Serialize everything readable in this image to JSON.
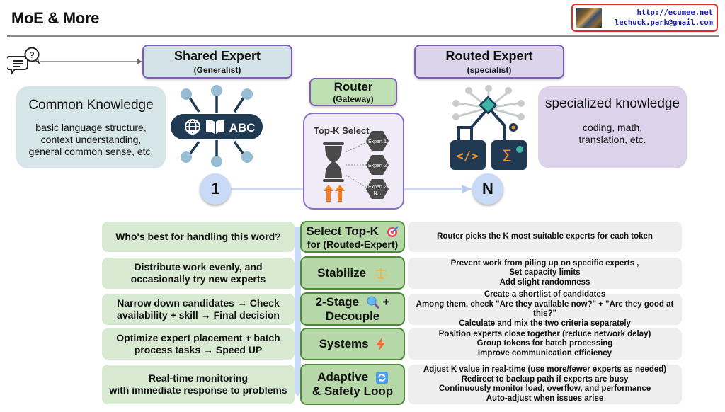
{
  "header": {
    "title": "MoE & More",
    "badge": {
      "url": "http://ecumee.net",
      "email": "lechuck.park@gmail.com"
    }
  },
  "diagram": {
    "input_icon": "question-chat-icon",
    "shared_expert": {
      "title": "Shared Expert",
      "subtitle": "(Generalist)",
      "count": "1"
    },
    "routed_expert": {
      "title": "Routed Expert",
      "subtitle": "(specialist)",
      "count": "N"
    },
    "router": {
      "title": "Router",
      "subtitle": "(Gateway)",
      "panel_title": "Top-K Select",
      "experts": [
        "Expert 1",
        "Expert 2",
        "Expert 2 N..."
      ]
    },
    "common_knowledge": {
      "heading": "Common Knowledge",
      "lines": [
        "basic language structure,",
        "context understanding,",
        "general common sense, etc."
      ]
    },
    "specialized_knowledge": {
      "heading": "specialized knowledge",
      "lines": [
        "coding, math,",
        "translation, etc."
      ]
    },
    "generalist_icon_label": "ABC"
  },
  "steps": [
    {
      "question_bold": "Who's best",
      "question_rest": " for handling this word?",
      "stage": "Select Top-K",
      "stage_sub": "for (Routed-Expert)",
      "icon": "target-icon",
      "details": [
        "Router picks the K most suitable experts for each token"
      ]
    },
    {
      "question_lines": [
        "Distribute work evenly, and",
        "occasionally try new experts"
      ],
      "stage": "Stabilize",
      "icon": "balance-scale-icon",
      "details": [
        "Prevent work from piling up on specific experts ,",
        "Set capacity limits",
        "Add slight randomness"
      ]
    },
    {
      "question_lines": [
        "Narrow down candidates → Check",
        "availability + skill → Final decision"
      ],
      "stage": "2-Stage",
      "stage_plus": "+",
      "stage_sub": "Decouple",
      "icon": "magnifier-icon",
      "details": [
        "Create a shortlist of candidates",
        "Among them, check \"Are they available now?\" + \"Are they good at this?\"",
        "Calculate and mix the two criteria separately"
      ]
    },
    {
      "question_lines": [
        "Optimize expert placement + batch",
        "process tasks → Speed UP"
      ],
      "stage": "Systems",
      "icon": "lightning-icon",
      "details": [
        "Position experts close together (reduce network delay)",
        "Group tokens for batch processing",
        "Improve communication efficiency"
      ]
    },
    {
      "question_lines": [
        "Real-time monitoring",
        "with immediate response to problems"
      ],
      "stage": "Adaptive",
      "stage_sub": "& Safety Loop",
      "icon": "refresh-icon",
      "details": [
        "Adjust K value in real-time (use more/fewer experts as needed)",
        "Redirect to backup path if experts are busy",
        "Continuously monitor load, overflow, and performance",
        "Auto-adjust when issues arise"
      ]
    }
  ],
  "colors": {
    "shared": "#d3e2e6",
    "routed": "#dcd4ea",
    "router": "#bfe0b2",
    "stage": "#b6d7a8",
    "question": "#d9ead3",
    "detail": "#eeeeee",
    "border_purple": "#7c5cb7",
    "accent_orange": "#f47c20",
    "navy": "#1f3a52"
  }
}
